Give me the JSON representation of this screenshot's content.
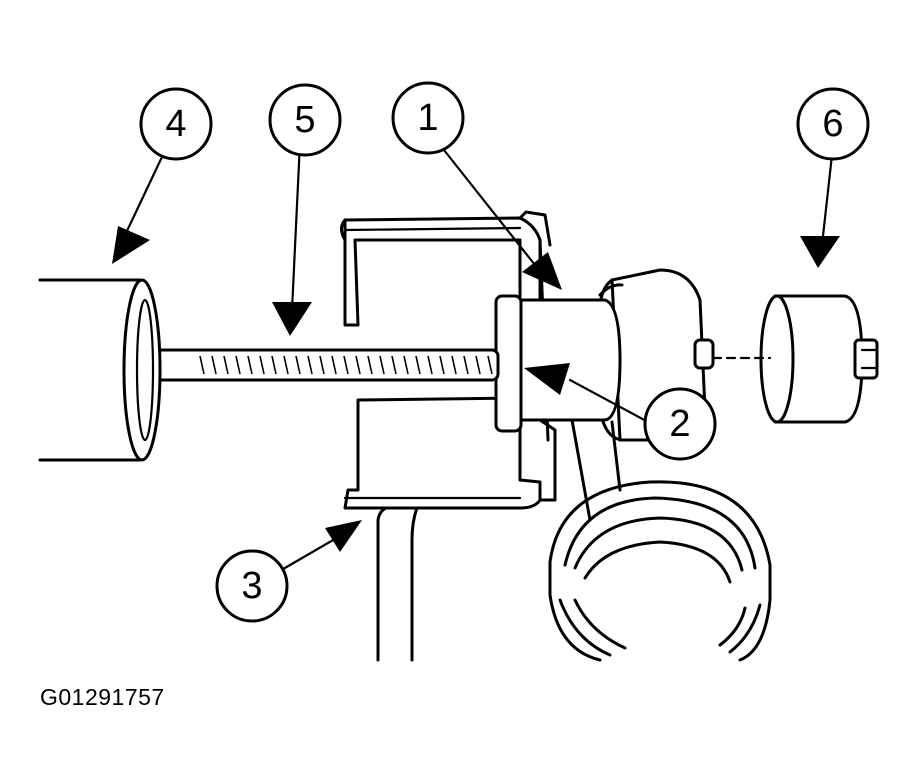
{
  "callouts": [
    {
      "id": "1",
      "label": "1"
    },
    {
      "id": "2",
      "label": "2"
    },
    {
      "id": "3",
      "label": "3"
    },
    {
      "id": "4",
      "label": "4"
    },
    {
      "id": "5",
      "label": "5"
    },
    {
      "id": "6",
      "label": "6"
    }
  ],
  "figure_id": "G01291757"
}
